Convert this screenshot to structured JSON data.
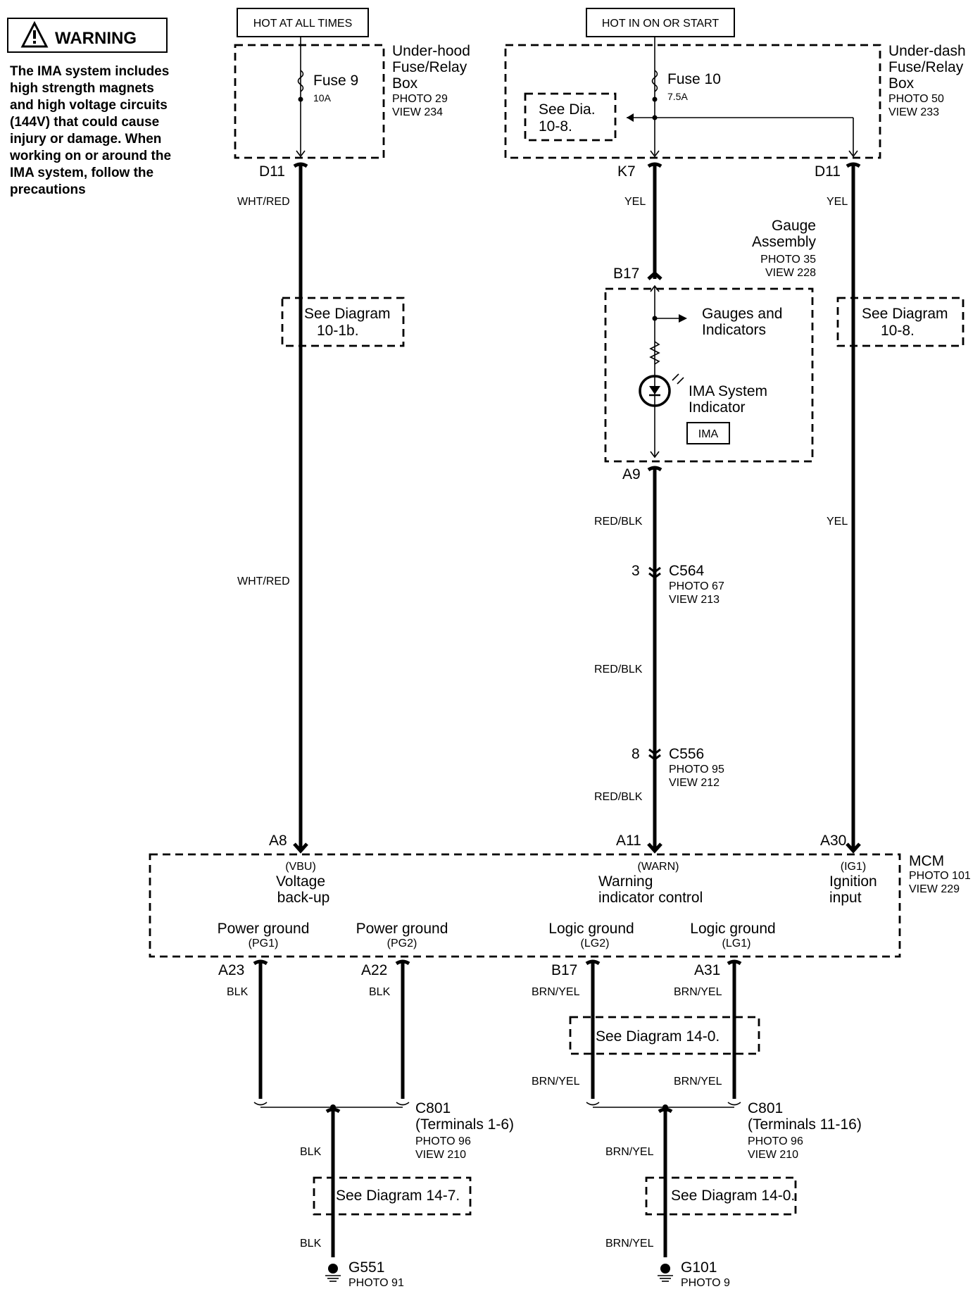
{
  "warning": {
    "title": "WARNING",
    "lines": [
      "The IMA system includes",
      "high strength magnets",
      "and high voltage circuits",
      "(144V) that could cause",
      "injury or damage. When",
      "working on or around the",
      "IMA system, follow the",
      "precautions"
    ]
  },
  "power": {
    "hot_all_times": "HOT AT ALL TIMES",
    "hot_on_start": "HOT IN ON OR START"
  },
  "underhood_box": {
    "lines": [
      "Under-hood",
      "Fuse/Relay",
      "Box"
    ],
    "photo": "PHOTO 29",
    "view": "VIEW 234",
    "fuse_name": "Fuse 9",
    "fuse_rating": "10A",
    "terminal": "D11"
  },
  "underdash_box": {
    "lines": [
      "Under-dash",
      "Fuse/Relay",
      "Box"
    ],
    "photo": "PHOTO 50",
    "view": "VIEW 233",
    "fuse_name": "Fuse 10",
    "fuse_rating": "7.5A",
    "see_dia_lines": [
      "See Dia.",
      "10-8."
    ],
    "terminal_k7": "K7",
    "terminal_d11": "D11"
  },
  "wires": {
    "wht_red": "WHT/RED",
    "yel": "YEL",
    "red_blk": "RED/BLK",
    "blk": "BLK",
    "brn_yel": "BRN/YEL"
  },
  "gauge_assembly": {
    "lines": [
      "Gauge",
      "Assembly"
    ],
    "photo": "PHOTO 35",
    "view": "VIEW 228",
    "terminal_in": "B17",
    "terminal_out": "A9",
    "gauges_lines": [
      "Gauges and",
      "Indicators"
    ],
    "indicator_lines": [
      "IMA System",
      "Indicator"
    ],
    "ima_badge": "IMA"
  },
  "see_diagrams": {
    "left": [
      "See Diagram",
      "10-1b."
    ],
    "right": [
      "See Diagram",
      "10-8."
    ],
    "logic": "See Diagram 14-0.",
    "ground_left": "See Diagram 14-7.",
    "ground_right": "See Diagram 14-0."
  },
  "connectors": {
    "c564": {
      "pin": "3",
      "name": "C564",
      "photo": "PHOTO 67",
      "view": "VIEW 213"
    },
    "c556": {
      "pin": "8",
      "name": "C556",
      "photo": "PHOTO 95",
      "view": "VIEW 212"
    },
    "c801_left": {
      "name": "C801",
      "terminals": "(Terminals 1-6)",
      "photo": "PHOTO 96",
      "view": "VIEW 210"
    },
    "c801_right": {
      "name": "C801",
      "terminals": "(Terminals 11-16)",
      "photo": "PHOTO 96",
      "view": "VIEW 210"
    }
  },
  "mcm": {
    "name": "MCM",
    "photo": "PHOTO 101",
    "view": "VIEW 229",
    "a8": "A8",
    "a11": "A11",
    "a30": "A30",
    "vbu_code": "(VBU)",
    "vbu_lines": [
      "Voltage",
      "back-up"
    ],
    "warn_code": "(WARN)",
    "warn_lines": [
      "Warning",
      "indicator control"
    ],
    "ig1_code": "(IG1)",
    "ig1_lines": [
      "Ignition",
      "input"
    ],
    "pg1_label": "Power ground",
    "pg1_code": "(PG1)",
    "pg2_label": "Power ground",
    "pg2_code": "(PG2)",
    "lg2_label": "Logic ground",
    "lg2_code": "(LG2)",
    "lg1_label": "Logic ground",
    "lg1_code": "(LG1)",
    "a23": "A23",
    "a22": "A22",
    "b17": "B17",
    "a31": "A31"
  },
  "grounds": {
    "g551": {
      "name": "G551",
      "photo": "PHOTO 91"
    },
    "g101": {
      "name": "G101",
      "photo": "PHOTO 9"
    }
  }
}
